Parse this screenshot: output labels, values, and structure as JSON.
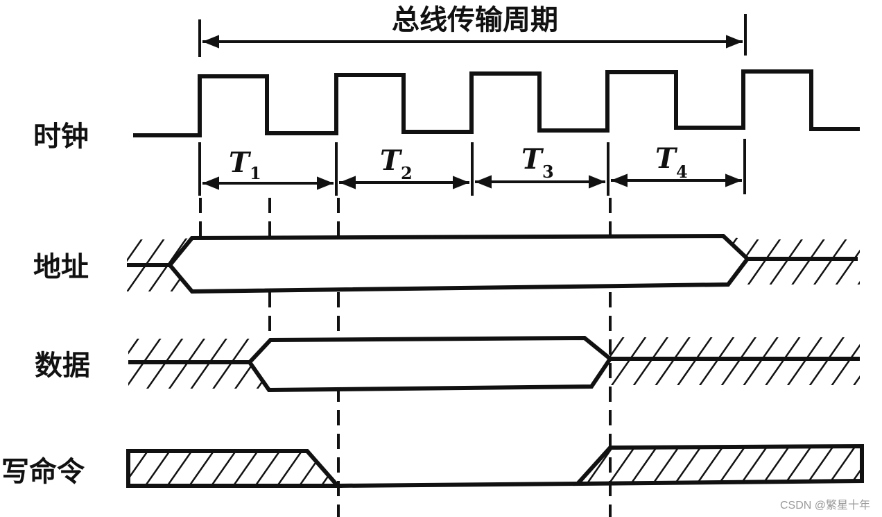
{
  "title": "总线传输周期",
  "signals": {
    "clock": "时钟",
    "address": "地址",
    "data": "数据",
    "write_command": "写命令"
  },
  "periods": [
    {
      "letter": "T",
      "sub": "1"
    },
    {
      "letter": "T",
      "sub": "2"
    },
    {
      "letter": "T",
      "sub": "3"
    },
    {
      "letter": "T",
      "sub": "4"
    }
  ],
  "watermark": "CSDN @繁星十年",
  "colors": {
    "line": "#111111",
    "background": "#ffffff",
    "watermark": "#9a9a9a"
  }
}
